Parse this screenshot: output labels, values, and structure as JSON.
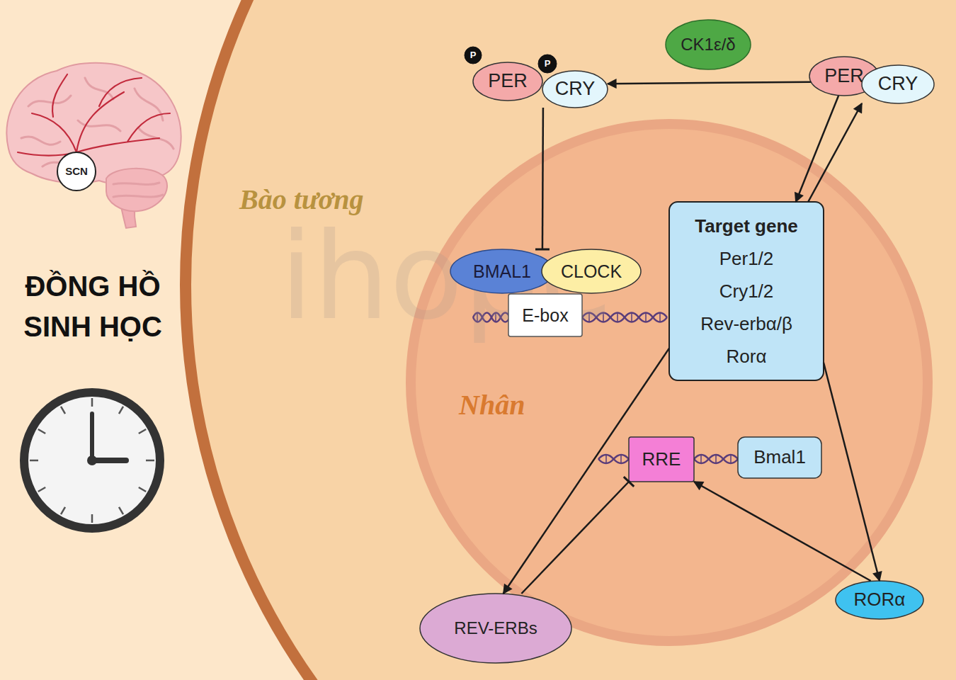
{
  "diagram": {
    "title": "ĐỒNG HỒ SINH HỌC",
    "nodes": [
      {
        "text": [
          "SCN"
        ]
      },
      {
        "text": [
          "Bào tương"
        ]
      },
      {
        "text": [
          "Nhân"
        ],
        "in": 1
      },
      {
        "text": [
          "CK1ε/δ"
        ],
        "in": 1
      },
      {
        "text": [
          "PER"
        ],
        "in": 1
      },
      {
        "text": [
          "P"
        ],
        "in": 1
      },
      {
        "text": [
          "CRY"
        ],
        "in": 1
      },
      {
        "text": [
          "P"
        ],
        "in": 1
      },
      {
        "text": [
          "PER"
        ],
        "in": 1
      },
      {
        "text": [
          "CRY"
        ],
        "in": 1
      },
      {
        "text": [
          "BMAL1"
        ],
        "in": 2
      },
      {
        "text": [
          "CLOCK"
        ],
        "in": 2
      },
      {
        "text": [
          "E-box"
        ],
        "in": 2
      },
      {
        "text": [
          "Target gene",
          "Per1/2",
          "Cry1/2",
          "Rev-erbα/β",
          "Rorα"
        ],
        "in": 2
      },
      {
        "text": [
          "RRE"
        ],
        "in": 2
      },
      {
        "text": [
          "Bmal1"
        ],
        "in": 2
      },
      {
        "text": [
          "REV-ERBs"
        ],
        "in": 1
      },
      {
        "text": [
          "RORα"
        ],
        "in": 1
      }
    ],
    "edges": [
      {
        "from": 8,
        "to": 6,
        "arrow": "to"
      },
      {
        "from": 6,
        "to": 10,
        "arrow": "to"
      },
      {
        "from": 8,
        "to": 13,
        "arrow": "to"
      },
      {
        "from": 13,
        "to": 9,
        "arrow": "to"
      },
      {
        "from": 13,
        "to": 16,
        "arrow": "to"
      },
      {
        "from": 13,
        "to": 17,
        "arrow": "to"
      },
      {
        "from": 16,
        "to": 14,
        "arrow": "to"
      },
      {
        "from": 17,
        "to": 14,
        "arrow": "to"
      }
    ],
    "labels": [
      "ihope"
    ]
  }
}
